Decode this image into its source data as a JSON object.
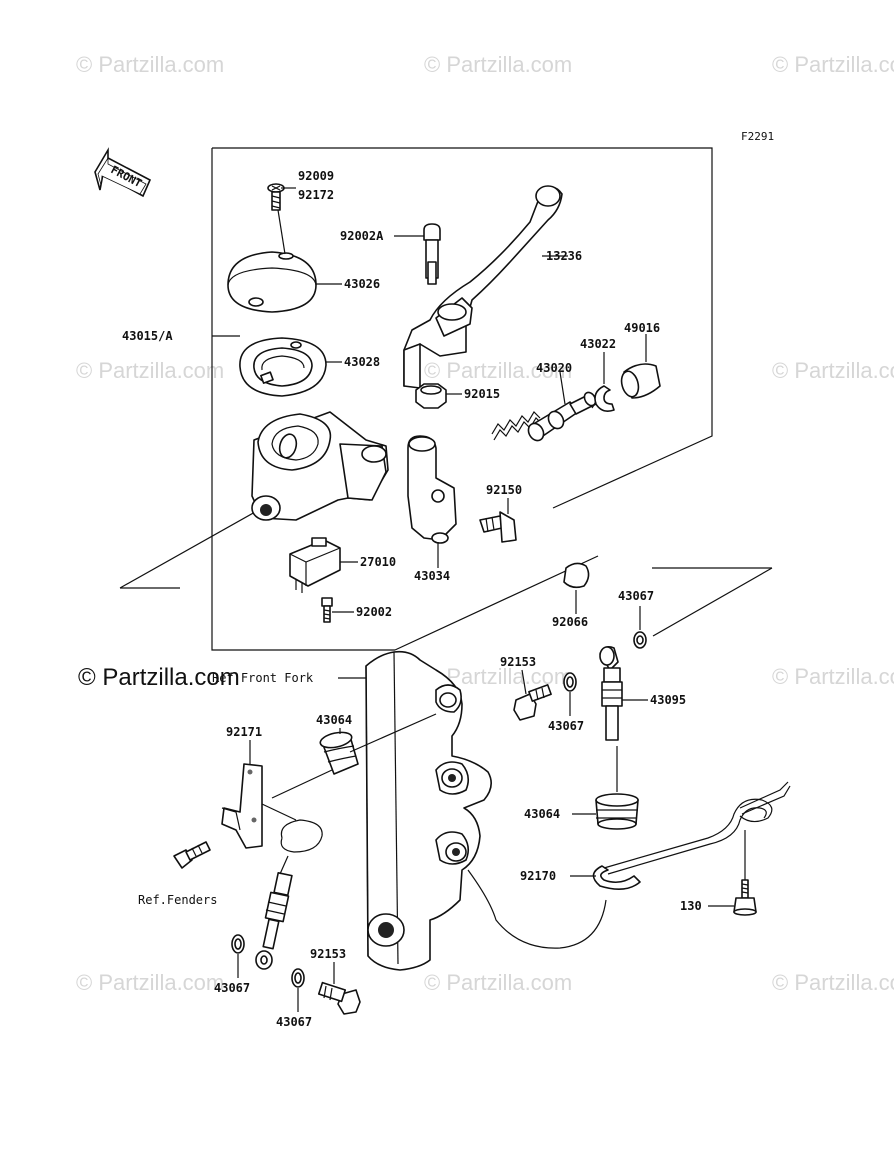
{
  "watermark": "© Partzilla.com",
  "figure_code": "F2291",
  "front_badge": "FRONT",
  "labels": {
    "l92009": "92009",
    "l92172": "92172",
    "l92002A": "92002A",
    "l13236": "13236",
    "l43026": "43026",
    "l43015A": "43015/A",
    "l43028": "43028",
    "l49016": "49016",
    "l43022": "43022",
    "l43020": "43020",
    "l92015": "92015",
    "l92150": "92150",
    "l27010": "27010",
    "l43034": "43034",
    "l92002": "92002",
    "l92066": "92066",
    "l43067a": "43067",
    "l92153a": "92153",
    "l43095": "43095",
    "l43067b": "43067",
    "ref_front_fork": "Ref.Front Fork",
    "l92171": "92171",
    "l43064a": "43064",
    "l43064b": "43064",
    "l92170": "92170",
    "ref_fenders": "Ref.Fenders",
    "l130": "130",
    "l43067c": "43067",
    "l92153b": "92153",
    "l43067d": "43067"
  }
}
